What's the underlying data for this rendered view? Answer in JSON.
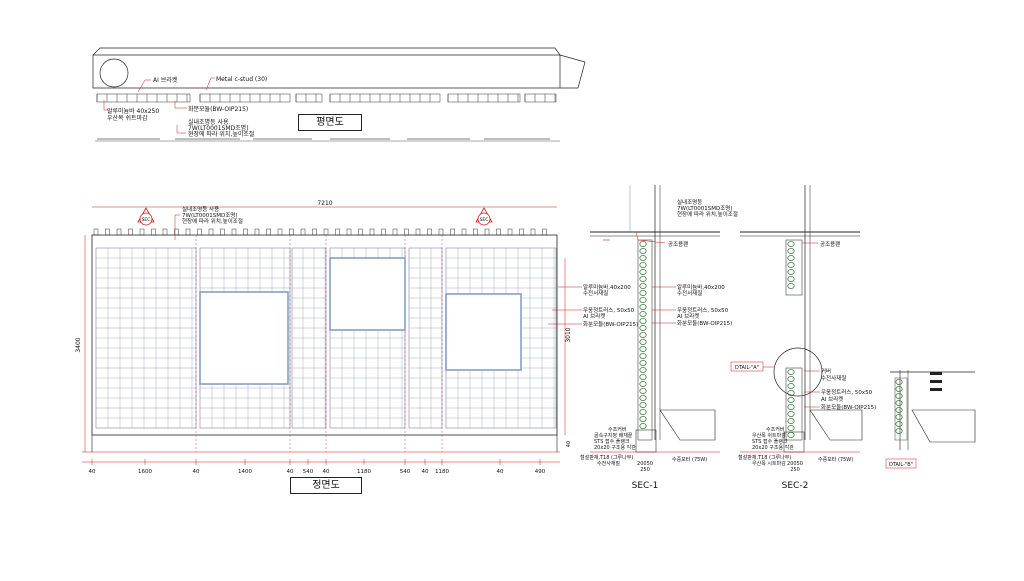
{
  "plan": {
    "title": "평면도",
    "notes": {
      "al_bracket": "AI 브라켓",
      "metal_stud": "Metal c-stud (30)",
      "alu_pipe": "알루미늄바 40x250",
      "wood_finish": "우산목 쉬트마감",
      "planter": "화분모듈(BW-OIP215)",
      "light_1": "실내조명등 사용",
      "light_2": "7W(LT0001SMD조명)",
      "light_3": "현장에 따라 위치,높이조절"
    }
  },
  "elevation": {
    "title": "정면도",
    "overall_width": "7210",
    "overall_height": "3400",
    "right_height": "3010",
    "base_height": "40",
    "sec_marker": "SEC",
    "notes": {
      "light_1": "실내조명등 사용",
      "light_2": "7W(LT0001SMD조명)",
      "light_3": "현장에 따라 위치,높이조절",
      "alu_pipe_1": "알루미늄바,40x200",
      "alu_pipe_2": "수전서재질",
      "truss_1": "우웅정트러스, 50x50",
      "truss_2": "AI 브라켓",
      "planter": "화분모듈(BW-OIP215)"
    },
    "dims": [
      "40",
      "1600",
      "40",
      "1400",
      "40",
      "540",
      "40",
      "1180",
      "540",
      "40",
      "1180",
      "40",
      "490"
    ]
  },
  "sec1": {
    "title": "SEC-1",
    "notes": {
      "light_1": "실내조명등",
      "light_2": "7W(LT0001SMD조명)",
      "light_3": "현장에 따라 위치,높이조절",
      "ceiling": "공조용팬",
      "cover_1": "수조커버",
      "cover_2": "골속구지정 배재끝",
      "sts_1": "STS 접수 플랭크",
      "sts_2": "20x20 구조용 각관",
      "floor_1": "철설판재,T18 (그루나무)",
      "floor_2": "수전사재질",
      "pump": "수중모터 (75W)",
      "dim_1": "20050",
      "dim_2": "250"
    }
  },
  "sec2": {
    "title": "SEC-2",
    "notes": {
      "ceiling": "공조용팬",
      "detail_tag": "DTAIL-\"A\"",
      "cover_1": "커버",
      "cover_2": "수전사재질",
      "truss_1": "우웅정트러스, 50x50",
      "truss_2": "AI 브라켓",
      "planter": "화분모듈(BW-OIP215)",
      "cover_3": "수조커버",
      "wood": "우산목 쉬트마감",
      "sts_1": "STS 접수 플랭크",
      "sts_2": "20x20 구조용 각관",
      "floor_1": "철설판재,T18 (그루나무)",
      "floor_2": "우산목 시트마감",
      "pump": "수중모터 (75W)",
      "dim_1": "20050",
      "dim_2": "250"
    }
  },
  "detail": {
    "tag": "DTAIL-\"B\""
  },
  "colors": {
    "line": "#222222",
    "grid": "#6d6d9c",
    "dim_red": "#d01818",
    "plant": "#3b7d3b",
    "frame_light": "#8fa8c8"
  }
}
